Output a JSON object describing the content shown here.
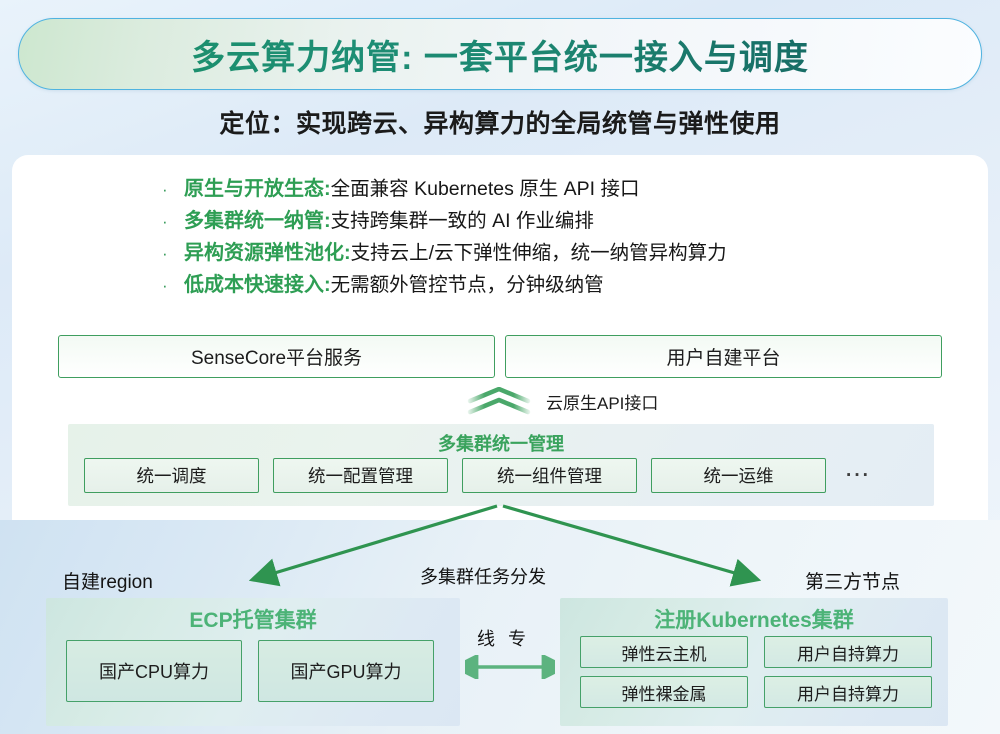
{
  "header": {
    "title": "多云算力纳管: 一套平台统一接入与调度",
    "subtitle": "定位：实现跨云、异构算力的全局统管与弹性使用"
  },
  "bullets": [
    {
      "marker": "·",
      "key": "原生与开放生态:",
      "value": "全面兼容 Kubernetes 原生 API 接口"
    },
    {
      "marker": "·",
      "key": "多集群统一纳管:",
      "value": "支持跨集群一致的 AI 作业编排"
    },
    {
      "marker": "·",
      "key": "异构资源弹性池化:",
      "value": "支持云上/云下弹性伸缩，统一纳管异构算力"
    },
    {
      "marker": "·",
      "key": "低成本快速接入:",
      "value": "无需额外管控节点，分钟级纳管"
    }
  ],
  "platform_row": {
    "boxes": [
      {
        "label": "SenseCore平台服务"
      },
      {
        "label": "用户自建平台"
      }
    ]
  },
  "api_strip": {
    "icon": "double-chevron-up-icon",
    "label": "云原生API接口"
  },
  "management": {
    "title": "多集群统一管理",
    "boxes": [
      {
        "label": "统一调度"
      },
      {
        "label": "统一配置管理"
      },
      {
        "label": "统一组件管理"
      },
      {
        "label": "统一运维"
      }
    ],
    "ellipsis": "···"
  },
  "dispatch": {
    "label": "多集群任务分发"
  },
  "link": {
    "label": "线 专"
  },
  "clusters": {
    "left": {
      "region_label": "自建region",
      "title": "ECP托管集群",
      "nodes": [
        {
          "label": "国产CPU算力"
        },
        {
          "label": "国产GPU算力"
        }
      ]
    },
    "right": {
      "region_label": "第三方节点",
      "title": "注册Kubernetes集群",
      "nodes": [
        {
          "label": "弹性云主机"
        },
        {
          "label": "用户自持算力"
        },
        {
          "label": "弹性裸金属"
        },
        {
          "label": "用户自持算力"
        }
      ]
    }
  },
  "colors": {
    "title_gradient_start": "#1c8f6e",
    "title_gradient_end": "#176d66",
    "pill_border": "#4fb3e0",
    "accent_green": "#2e9e54",
    "box_border_green": "#3f9e5f",
    "cluster_title_green": "#4cb377",
    "mgmt_title_green": "#3aa35d",
    "arrow_green": "#2f9450",
    "text_dark": "#171717"
  }
}
